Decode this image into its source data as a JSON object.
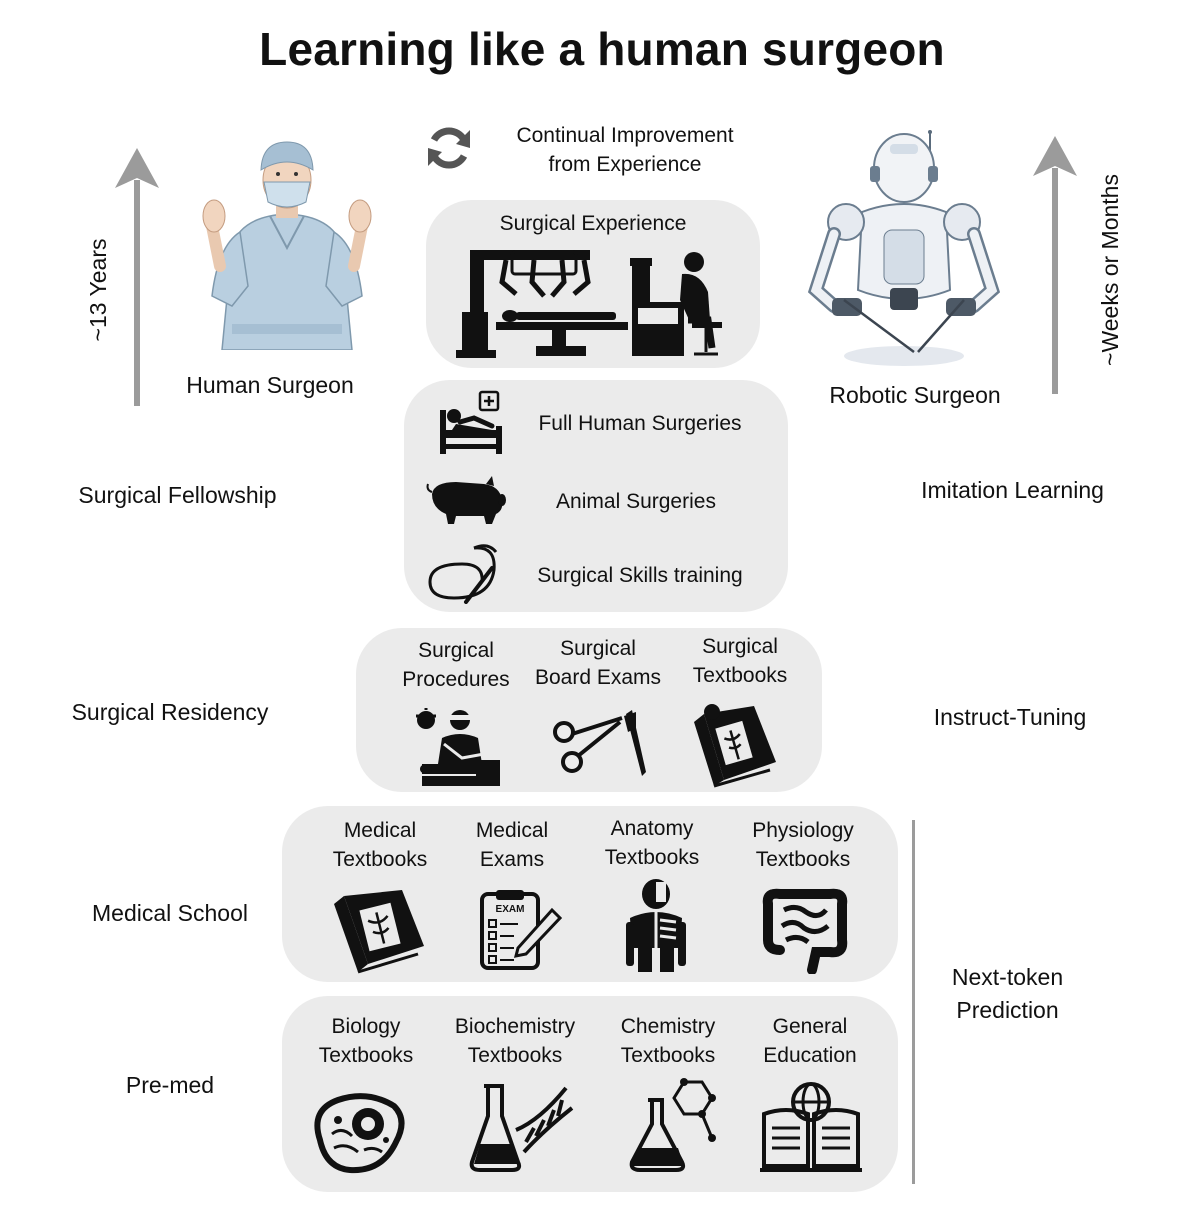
{
  "title": "Learning like a human surgeon",
  "left_axis": {
    "label": "~13 Years"
  },
  "right_axis": {
    "label": "~Weeks or Months"
  },
  "human_surgeon": {
    "label": "Human Surgeon"
  },
  "robotic_surgeon": {
    "label": "Robotic Surgeon"
  },
  "continual": {
    "line1": "Continual Improvement",
    "line2": "from Experience"
  },
  "stages": {
    "fellowship": "Surgical Fellowship",
    "residency": "Surgical Residency",
    "medical_school": "Medical School",
    "premed": "Pre-med"
  },
  "methods": {
    "imitation": "Imitation Learning",
    "instruct": "Instruct-Tuning",
    "next_token_1": "Next-token",
    "next_token_2": "Prediction"
  },
  "experience": {
    "title": "Surgical Experience"
  },
  "fellowship_items": [
    {
      "label": "Full Human Surgeries",
      "icon": "hospital-bed-icon"
    },
    {
      "label": "Animal Surgeries",
      "icon": "pig-icon"
    },
    {
      "label": "Surgical Skills training",
      "icon": "suture-icon"
    }
  ],
  "residency_items": [
    {
      "l1": "Surgical",
      "l2": "Procedures",
      "icon": "surgeon-icon"
    },
    {
      "l1": "Surgical",
      "l2": "Board Exams",
      "icon": "scissors-scalpel-icon"
    },
    {
      "l1": "Surgical",
      "l2": "Textbooks",
      "icon": "textbook-icon"
    }
  ],
  "medschool_items": [
    {
      "l1": "Medical",
      "l2": "Textbooks",
      "icon": "textbook-icon"
    },
    {
      "l1": "Medical",
      "l2": "Exams",
      "icon": "exam-clipboard-icon",
      "badge": "EXAM"
    },
    {
      "l1": "Anatomy",
      "l2": "Textbooks",
      "icon": "anatomy-icon"
    },
    {
      "l1": "Physiology",
      "l2": "Textbooks",
      "icon": "intestine-icon"
    }
  ],
  "premed_items": [
    {
      "l1": "Biology",
      "l2": "Textbooks",
      "icon": "cell-icon"
    },
    {
      "l1": "Biochemistry",
      "l2": "Textbooks",
      "icon": "flask-dna-icon"
    },
    {
      "l1": "Chemistry",
      "l2": "Textbooks",
      "icon": "flask-molecule-icon"
    },
    {
      "l1": "General",
      "l2": "Education",
      "icon": "open-book-globe-icon"
    }
  ],
  "colors": {
    "panel": "#ebebeb",
    "arrow": "#9b9b9b",
    "icon": "#111111",
    "scrubs": "#b9cfe0"
  }
}
